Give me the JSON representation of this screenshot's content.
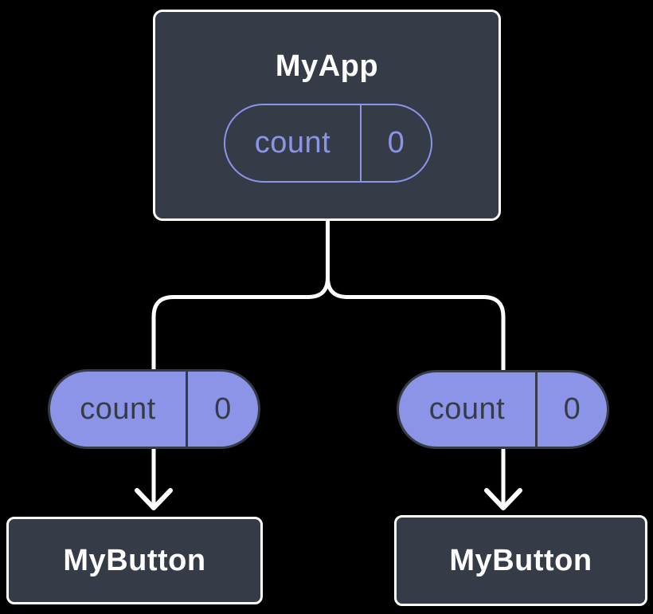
{
  "colors": {
    "bg": "#000000",
    "node_fill": "#353C48",
    "line": "#FFFFFF",
    "title_text": "#FFFFFF",
    "accent": "#8C94E8",
    "pill_text": "#353C48"
  },
  "tree": {
    "root": {
      "label": "MyApp",
      "state_pill": {
        "key": "count",
        "value": "0"
      }
    },
    "branches": [
      {
        "prop_pill": {
          "key": "count",
          "value": "0"
        },
        "child": {
          "label": "MyButton"
        }
      },
      {
        "prop_pill": {
          "key": "count",
          "value": "0"
        },
        "child": {
          "label": "MyButton"
        }
      }
    ]
  }
}
